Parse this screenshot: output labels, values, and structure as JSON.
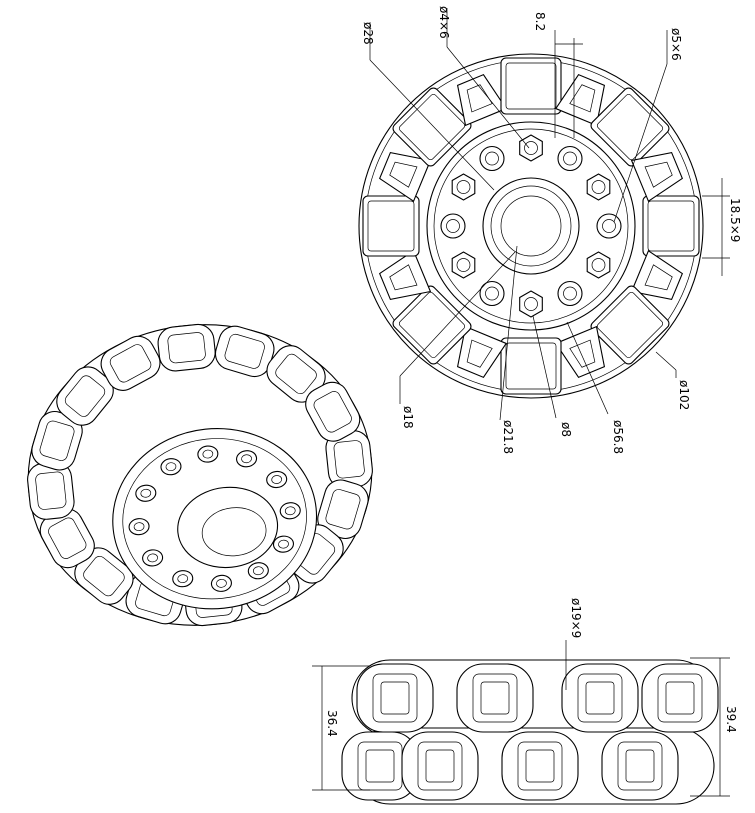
{
  "dimensions": {
    "d4x6": "ø4×6",
    "d28": "ø28",
    "d8_2": "8.2",
    "d5x6": "ø5×6",
    "d18_5x9": "18.5×9",
    "d102": "ø102",
    "d56_8": "ø56.8",
    "d8": "ø8",
    "d21_8": "ø21.8",
    "d18": "ø18",
    "d19x9": "ø19×9",
    "d36_4": "36.4",
    "d39_4": "39.4"
  },
  "colors": {
    "line": "#000000",
    "background": "#ffffff"
  }
}
